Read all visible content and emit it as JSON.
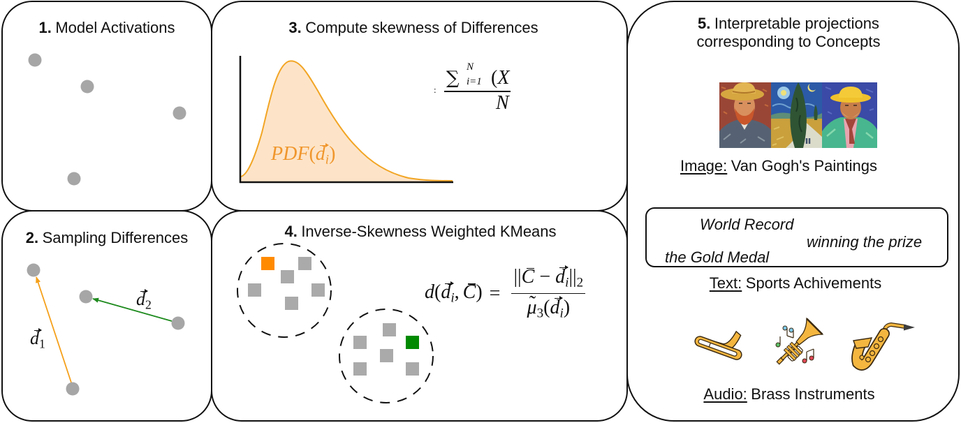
{
  "colors": {
    "point": "#a6a6a6",
    "arrow_orange": "#f5a01a",
    "arrow_green": "#1d8a1d",
    "pdf_fill": "#fde4c8",
    "pdf_stroke": "#f2a524",
    "square_gray": "#aaaaaa",
    "square_orange": "#ff8a00",
    "square_green": "#008a00",
    "instrument_gold": "#f4b63f",
    "instrument_outline": "#3b2a12"
  },
  "panel1": {
    "number": "1.",
    "title": "Model Activations"
  },
  "panel2": {
    "number": "2.",
    "title": "Sampling Differences",
    "vectors": [
      {
        "symbol": "d",
        "subscript": "1"
      },
      {
        "symbol": "d",
        "subscript": "2"
      }
    ]
  },
  "panel3": {
    "number": "3.",
    "title": "Compute skewness of Differences",
    "pdf_label": {
      "fn": "PDF",
      "open": "(",
      "vec": "d",
      "vec_sub": "i",
      "close": ")"
    },
    "formula": {
      "colon": ":",
      "sum": "∑",
      "sum_upper": "N",
      "sum_lower": "i=1",
      "open": "(",
      "var": "X",
      "denominator": "N"
    }
  },
  "panel4": {
    "number": "4.",
    "title": "Inverse-Skewness Weighted KMeans",
    "formula": {
      "lhs": {
        "fn": "d",
        "open": "(",
        "vec": "d",
        "vec_sub": "i",
        "sep": ",",
        "centroid": "C",
        "close": ")"
      },
      "eq": "=",
      "numerator": {
        "norm_open": "||",
        "centroid": "C",
        "minus": "−",
        "vec": "d",
        "vec_sub": "i",
        "norm_close": "||",
        "norm_sub": "2"
      },
      "denominator": {
        "mu": "μ",
        "mu_sub": "3",
        "open": "(",
        "vec": "d",
        "vec_sub": "i",
        "close": ")"
      }
    },
    "clusters": [
      {
        "highlight": "orange",
        "squares": 6
      },
      {
        "highlight": "green",
        "squares": 6
      }
    ]
  },
  "panel5": {
    "number": "5.",
    "title_line1": "Interpretable projections",
    "title_line2": "corresponding to Concepts",
    "image": {
      "modality": "Image:",
      "description": "Van Gogh's Paintings",
      "paintings": [
        "self-portrait-with-straw-hat",
        "road-with-cypress-and-star",
        "portrait-of-peasant-in-straw-hat"
      ]
    },
    "text": {
      "modality": "Text:",
      "description": "Sports Achivements",
      "phrases": [
        "World Record",
        "winning the prize",
        "the Gold Medal"
      ]
    },
    "audio": {
      "modality": "Audio:",
      "description": "Brass Instruments",
      "instruments": [
        "trombone-icon",
        "trumpet-icon",
        "saxophone-icon"
      ]
    }
  }
}
